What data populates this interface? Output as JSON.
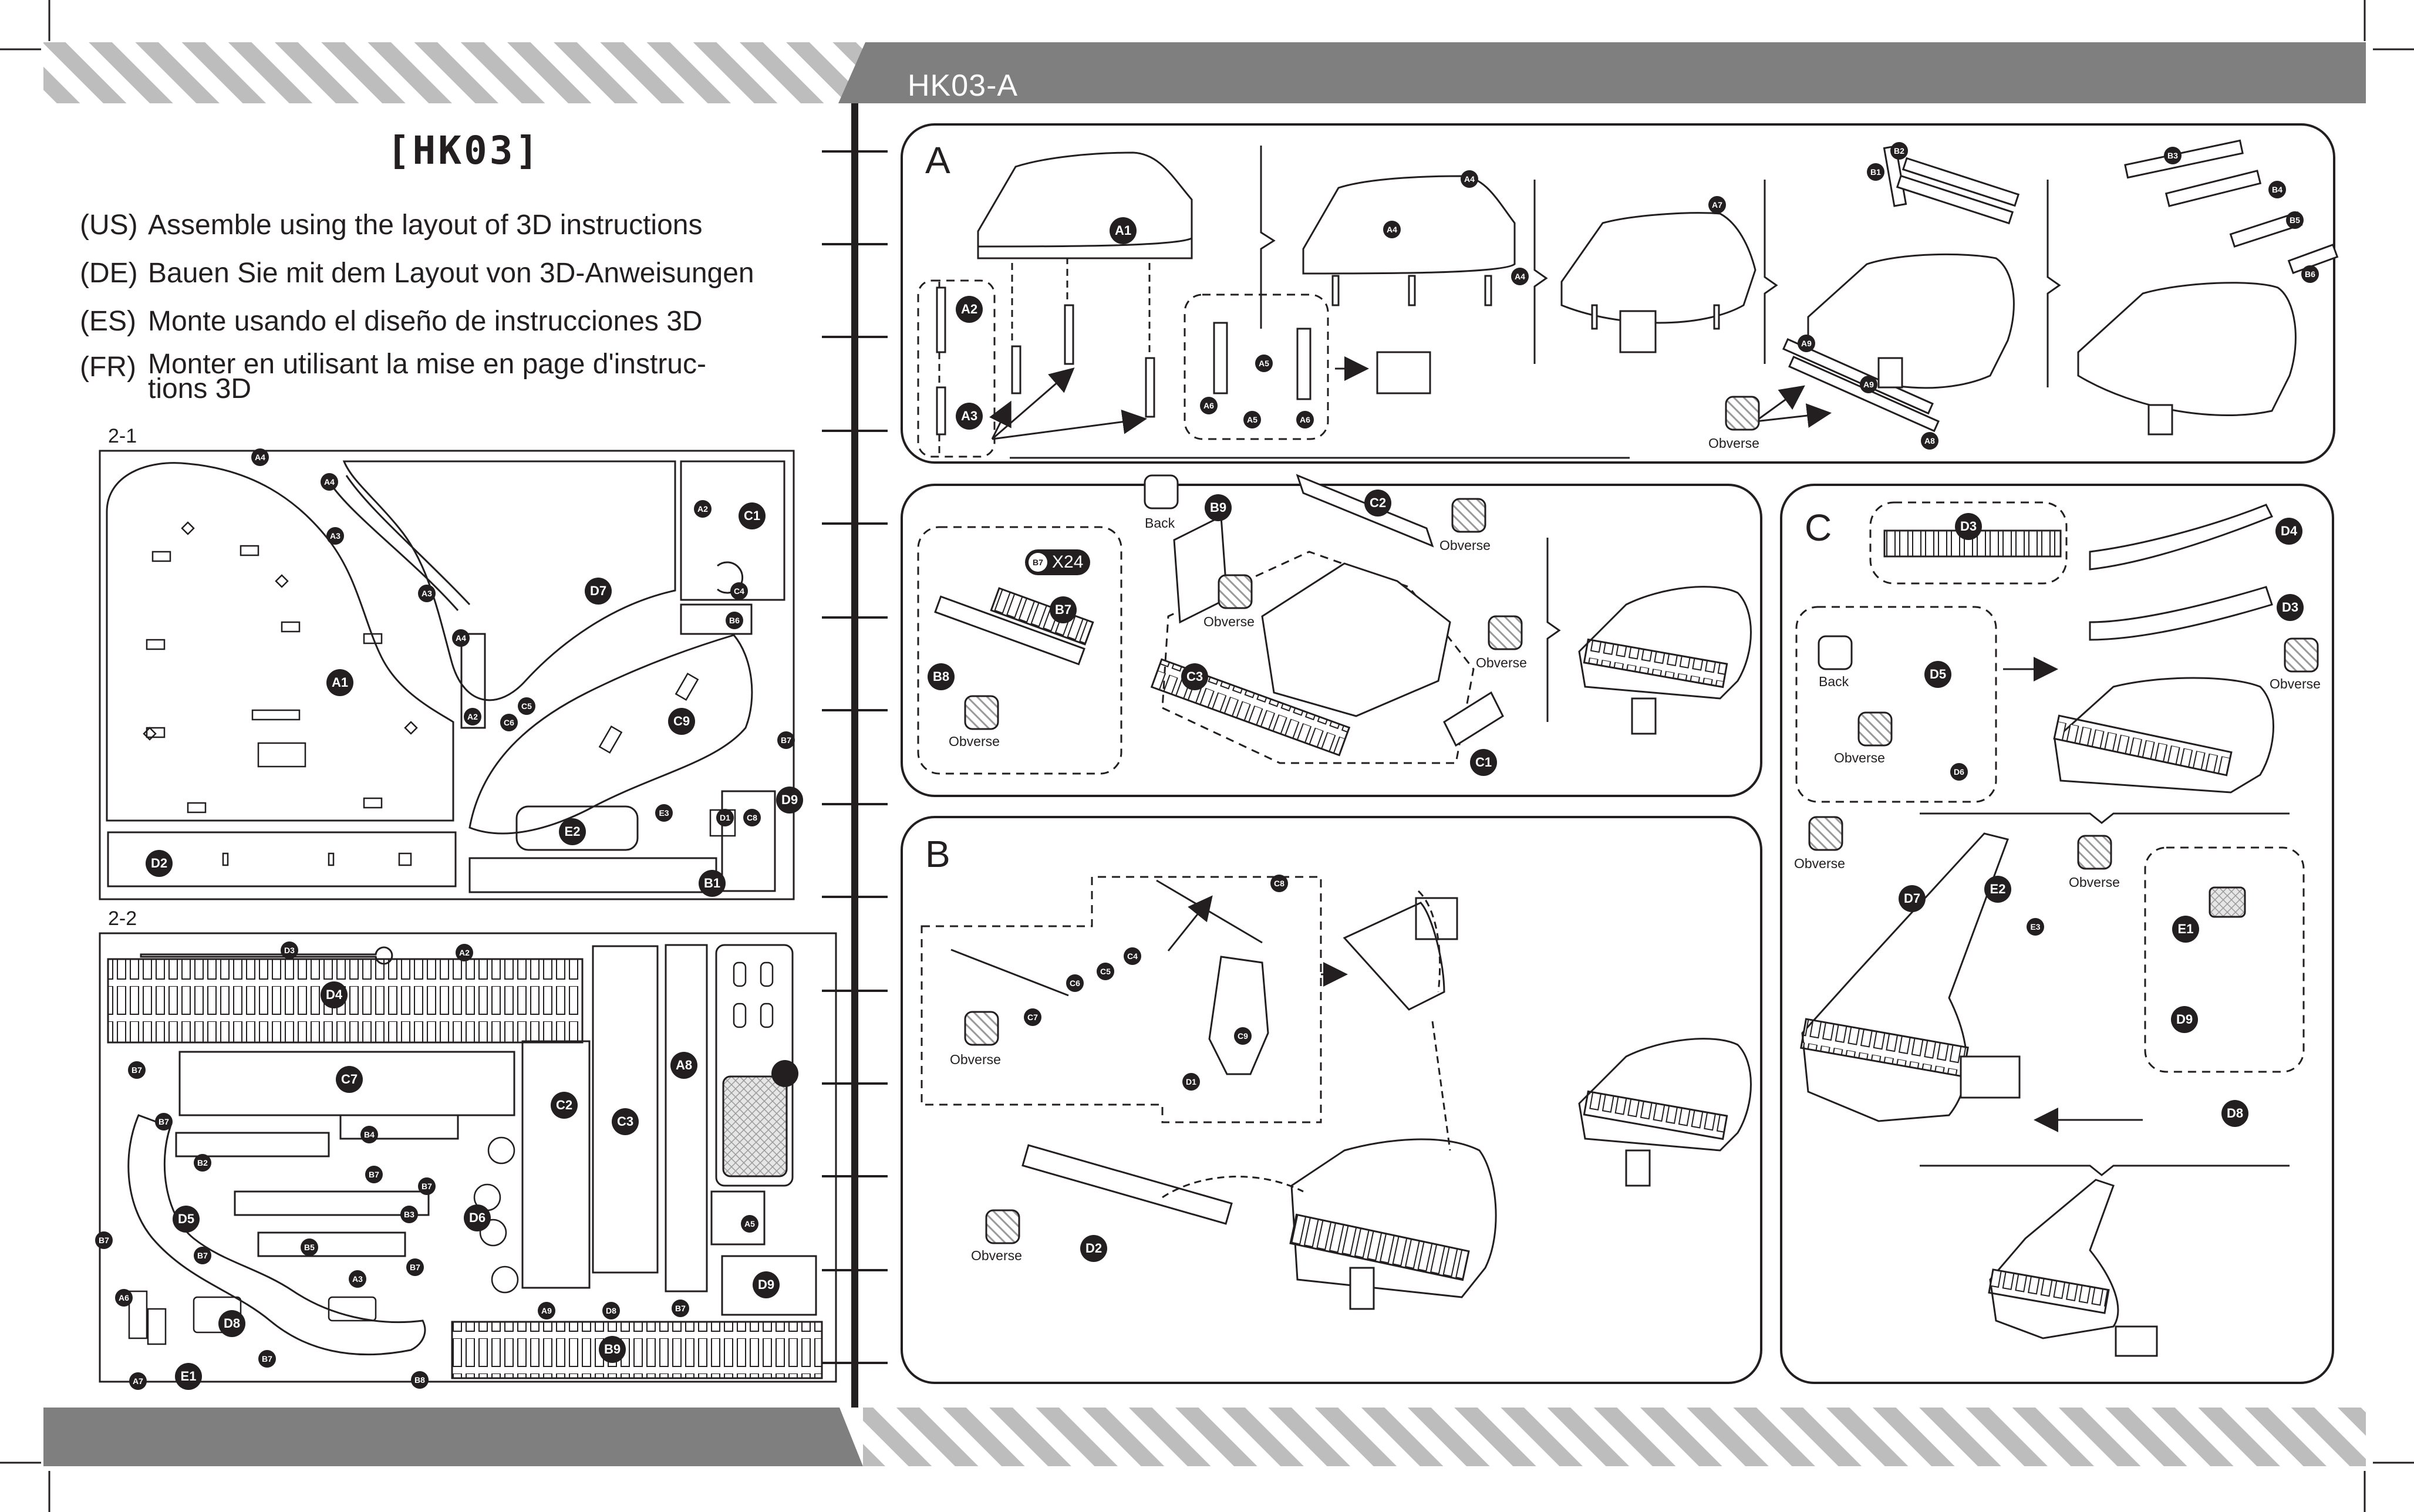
{
  "header": {
    "model_code": "[HK03]",
    "page_code": "HK03-A"
  },
  "instructions": [
    {
      "code": "(US)",
      "text": "Assemble using the layout of 3D instructions"
    },
    {
      "code": "(DE)",
      "text": "Bauen Sie mit dem Layout von 3D-Anweisungen"
    },
    {
      "code": "(ES)",
      "text": "Monte usando el diseño de instrucciones 3D"
    },
    {
      "code": "(FR)",
      "text": "Monter en utilisant la mise en page d'instruc-\ntions 3D"
    }
  ],
  "sheets": [
    {
      "label": "2-1",
      "parts": [
        "A1",
        "A2",
        "A2",
        "A3",
        "A3",
        "A4",
        "A4",
        "A4",
        "B1",
        "B6",
        "B7",
        "C1",
        "C4",
        "C5",
        "C6",
        "C8",
        "C9",
        "D1",
        "D2",
        "D7",
        "D9",
        "E2",
        "E3"
      ]
    },
    {
      "label": "2-2",
      "parts": [
        "A2",
        "A3",
        "A5",
        "A6",
        "A7",
        "A8",
        "A9",
        "B2",
        "B3",
        "B4",
        "B5",
        "B7",
        "B7",
        "B7",
        "B7",
        "B7",
        "B7",
        "B7",
        "B7",
        "B7",
        "B8",
        "B9",
        "C2",
        "C3",
        "C7",
        "D3",
        "D4",
        "D5",
        "D6",
        "D8",
        "D8",
        "D9",
        "E1"
      ]
    }
  ],
  "steps": [
    {
      "letter": "A",
      "parts": [
        "A1",
        "A2",
        "A3",
        "A4",
        "A4",
        "A4",
        "A5",
        "A5",
        "A6",
        "A6",
        "A7",
        "A8",
        "A9",
        "A9",
        "B1",
        "B2",
        "B3",
        "B4",
        "B5",
        "B6",
        "B7",
        "B8",
        "B9",
        "C1",
        "C2",
        "C3"
      ],
      "quantity": {
        "part": "B7",
        "count": "X24"
      },
      "notes": {
        "obverse": "Obverse",
        "back": "Back"
      }
    },
    {
      "letter": "B",
      "parts": [
        "C4",
        "C5",
        "C6",
        "C7",
        "C8",
        "C9",
        "D1",
        "D2"
      ],
      "notes": {
        "obverse": "Obverse"
      }
    },
    {
      "letter": "C",
      "parts": [
        "D3",
        "D3",
        "D4",
        "D5",
        "D6",
        "D7",
        "D8",
        "D9",
        "E1",
        "E2",
        "E3"
      ],
      "notes": {
        "obverse": "Obverse",
        "back": "Back"
      }
    }
  ],
  "colors": {
    "ink": "#231f20",
    "band_gray": "#7f7f7f",
    "hatch_gray": "#bdbdbd"
  }
}
